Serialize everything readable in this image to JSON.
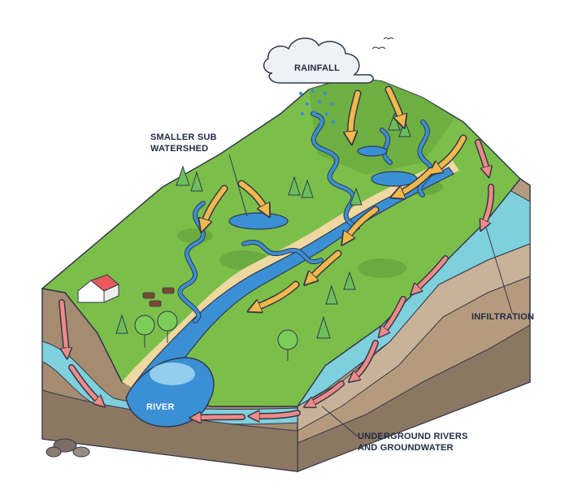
{
  "labels": {
    "rainfall": "RAINFALL",
    "sub_watershed_line1": "SMALLER SUB",
    "sub_watershed_line2": "WATERSHED",
    "infiltration": "INFILTRATION",
    "river": "RIVER",
    "underground_line1": "UNDERGROUND RIVERS",
    "underground_line2": "AND GROUNDWATER"
  },
  "colors": {
    "grass": "#7bbf4a",
    "grass_dark": "#5e9e37",
    "water": "#3b8fd4",
    "water_light": "#a8dcf2",
    "soil": "#b59a7d",
    "soil_dark": "#8c7762",
    "groundwater": "#7fd0dd",
    "surface_arrow": "#f2b94a",
    "underground_arrow": "#f08a86",
    "label": "#1f2a44"
  }
}
